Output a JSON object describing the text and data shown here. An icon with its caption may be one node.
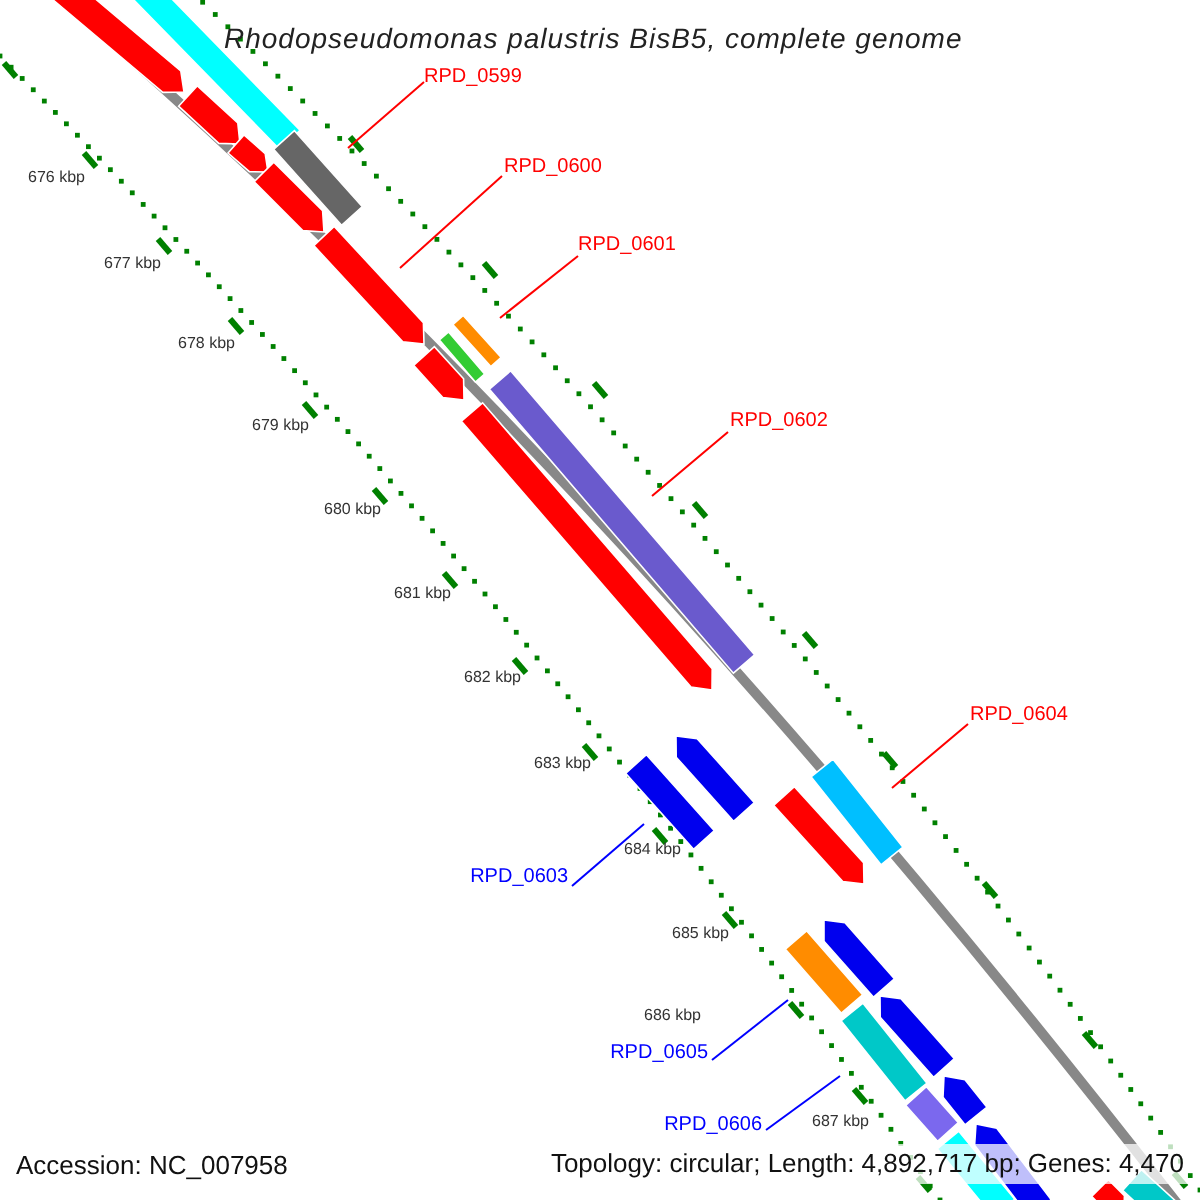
{
  "diagram": {
    "title": "Rhodopseudomonas palustris BisB5, complete genome",
    "nodes": [
      {
        "text": [
          "RPD_0599"
        ]
      },
      {
        "text": [
          "RPD_0600"
        ]
      },
      {
        "text": [
          "RPD_0601"
        ]
      },
      {
        "text": [
          "RPD_0602"
        ]
      },
      {
        "text": [
          "RPD_0604"
        ]
      },
      {
        "text": [
          "RPD_0603"
        ]
      },
      {
        "text": [
          "RPD_0605"
        ]
      },
      {
        "text": [
          "RPD_0606"
        ]
      },
      {
        "text": [],
        "shape": "bar"
      },
      {
        "text": [],
        "shape": "bar"
      },
      {
        "text": [],
        "shape": "bar"
      },
      {
        "text": [],
        "shape": "bar"
      },
      {
        "text": [],
        "shape": "bar"
      },
      {
        "text": [],
        "shape": "bar"
      },
      {
        "text": [],
        "shape": "bar"
      },
      {
        "text": [],
        "shape": "bar"
      }
    ],
    "edges": [
      {
        "from": 0,
        "to": 8,
        "arrow": "none"
      },
      {
        "from": 1,
        "to": 9,
        "arrow": "none"
      },
      {
        "from": 2,
        "to": 10,
        "arrow": "none"
      },
      {
        "from": 3,
        "to": 11,
        "arrow": "none"
      },
      {
        "from": 4,
        "to": 12,
        "arrow": "none"
      },
      {
        "from": 5,
        "to": 13,
        "arrow": "none",
        "color": "#0000ff"
      },
      {
        "from": 6,
        "to": 14,
        "arrow": "none",
        "color": "#0000ff"
      },
      {
        "from": 7,
        "to": 15,
        "arrow": "none",
        "color": "#0000ff"
      }
    ],
    "labels": [
      "676 kbp",
      "677 kbp",
      "678 kbp",
      "679 kbp",
      "680 kbp",
      "681 kbp",
      "682 kbp",
      "683 kbp",
      "684 kbp",
      "685 kbp",
      "686 kbp",
      "687 kbp",
      "Accession: NC_007958",
      "Topology: circular; Length: 4,892,717 bp; Genes: 4,470"
    ]
  }
}
